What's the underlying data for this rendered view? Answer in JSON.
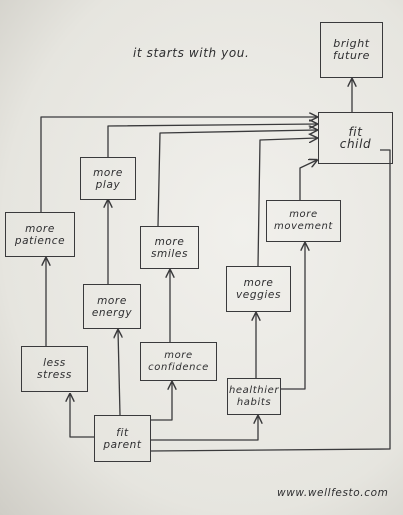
{
  "title": "it starts with you.",
  "website": "www.wellfesto.com",
  "nodes": {
    "bright_future": "bright\nfuture",
    "fit_child": "fit\nchild",
    "more_play": "more\nplay",
    "more_patience": "more\npatience",
    "more_smiles": "more\nsmiles",
    "more_movement": "more\nmovement",
    "more_veggies": "more\nveggies",
    "more_energy": "more\nenergy",
    "less_stress": "less\nstress",
    "more_confidence": "more\nconfidence",
    "healthier_habits": "healthier\nhabits",
    "fit_parent": "fit\nparent"
  }
}
